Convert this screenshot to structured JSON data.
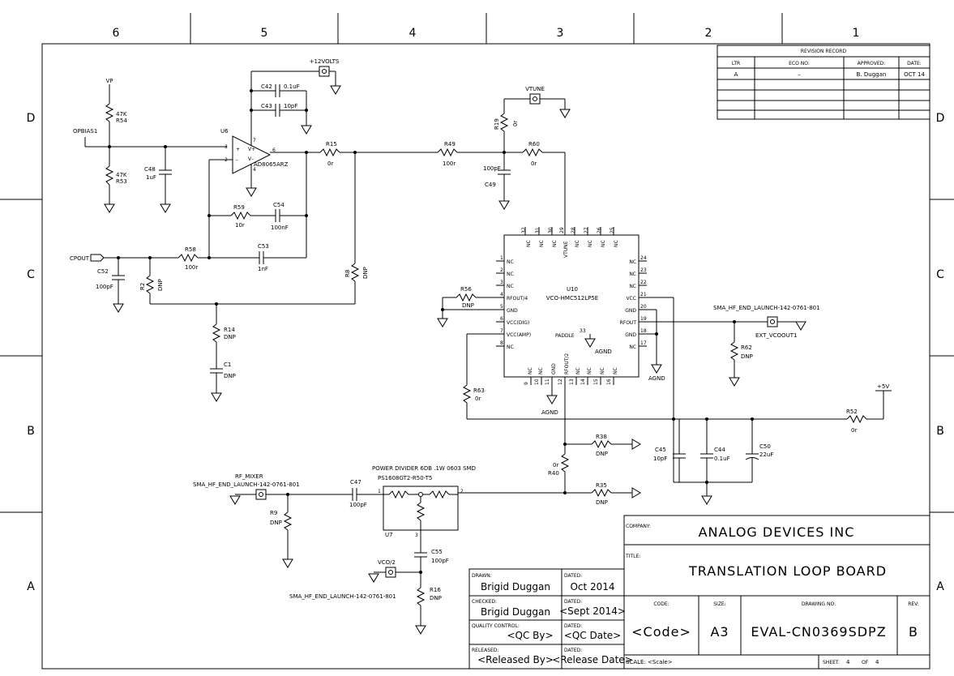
{
  "zones": {
    "cols": [
      "6",
      "5",
      "4",
      "3",
      "2",
      "1"
    ],
    "rows": [
      "D",
      "C",
      "B",
      "A"
    ]
  },
  "revision": {
    "title": "REVISION RECORD",
    "headers": [
      "LTR",
      "ECO NO:",
      "APPROVED:",
      "DATE:"
    ],
    "row": [
      "A",
      "–",
      "B. Duggan",
      "OCT 14"
    ]
  },
  "nets": {
    "vp": "VP",
    "opbias": "OPBIAS1",
    "p12v": "+12VOLTS",
    "vtune": "VTUNE",
    "cpout": "CPOUT",
    "p5v": "+5V",
    "rf_mixer": "RF_MIXER",
    "vco2": "VCO/2",
    "agnd": "AGND"
  },
  "parts": {
    "r54": [
      "47K",
      "R54"
    ],
    "r53": [
      "47K",
      "R53"
    ],
    "c48": [
      "C48",
      "1uF"
    ],
    "c42": [
      "C42",
      "0.1uF"
    ],
    "c43": [
      "C43",
      "10pF"
    ],
    "u6": [
      "U6",
      "AD8065ARZ"
    ],
    "op_pins": [
      "7",
      "3",
      "2",
      "6",
      "4"
    ],
    "op_in": [
      "+",
      "–"
    ],
    "op_rail": [
      "V+",
      "V–"
    ],
    "r15": [
      "R15",
      "0r"
    ],
    "r49": [
      "R49",
      "100r"
    ],
    "r60": [
      "R60",
      "0r"
    ],
    "r19": [
      "R19",
      "0r"
    ],
    "c49": [
      "100pF",
      "C49"
    ],
    "r59": [
      "R59",
      "10r"
    ],
    "c54": [
      "C54",
      "100nF"
    ],
    "r58": [
      "R58",
      "100r"
    ],
    "c53": [
      "C53",
      "1nF"
    ],
    "c52": [
      "C52",
      "100pF"
    ],
    "r2": [
      "R2",
      "DNP"
    ],
    "r8": [
      "R8",
      "DNP"
    ],
    "r14": [
      "R14",
      "DNP"
    ],
    "c1": [
      "C1",
      "DNP"
    ],
    "r56": [
      "R56",
      "DNP"
    ],
    "r62": [
      "R62",
      "DNP"
    ],
    "r63": [
      "R63",
      "0r"
    ],
    "r52": [
      "R52",
      "0r"
    ],
    "r38": [
      "R38",
      "DNP"
    ],
    "r35": [
      "R35",
      "DNP"
    ],
    "r40": [
      "0r",
      "R40"
    ],
    "c45": [
      "C45",
      "10pF"
    ],
    "c44": [
      "C44",
      "0.1uF"
    ],
    "c50": [
      "C50",
      "22uF"
    ],
    "c47": [
      "C47",
      "100pF"
    ],
    "r9": [
      "R9",
      "DNP"
    ],
    "c55": [
      "C55",
      "100pF"
    ],
    "r16": [
      "R16",
      "DNP"
    ],
    "u7": [
      "POWER DIVIDER 6DB .1W 0603 SMD",
      "PS1608GT2-R50-T5",
      "U7"
    ],
    "u7_pins": [
      "1",
      "2",
      "3"
    ]
  },
  "u10": {
    "ref": "U10",
    "value": "VCO-HMC512LP5E",
    "top_nums": [
      "32",
      "31",
      "30",
      "29",
      "28",
      "27",
      "26",
      "25"
    ],
    "top_names": [
      "NC",
      "NC",
      "NC",
      "VTUNE",
      "NC",
      "NC",
      "NC",
      "NC"
    ],
    "left_nums": [
      "1",
      "2",
      "3",
      "4",
      "5",
      "6",
      "7",
      "8"
    ],
    "left_names": [
      "NC",
      "NC",
      "NC",
      "RFOUT/4",
      "GND",
      "VCC(DIG)",
      "VCC(AMP)",
      "NC"
    ],
    "right_nums": [
      "24",
      "23",
      "22",
      "21",
      "20",
      "19",
      "18",
      "17"
    ],
    "right_names": [
      "NC",
      "NC",
      "NC",
      "VCC",
      "GND",
      "RFOUT",
      "GND",
      "NC"
    ],
    "bottom_nums": [
      "9",
      "10",
      "11",
      "12",
      "13",
      "14",
      "15",
      "16"
    ],
    "bottom_names": [
      "NC",
      "NC",
      "GND",
      "RFOUT/2",
      "NC",
      "NC",
      "NC",
      "NC"
    ],
    "paddle": [
      "PADDLE",
      "33"
    ]
  },
  "connectors": {
    "ext": [
      "SMA_HF_END_LAUNCH-142-0761-801",
      "EXT_VCOOUT1"
    ],
    "mixer": "SMA_HF_END_LAUNCH-142-0761-801",
    "vco2": "SMA_HF_END_LAUNCH-142-0761-801"
  },
  "title_block": {
    "company_label": "COMPANY:",
    "company": "ANALOG DEVICES INC",
    "title_label": "TITLE:",
    "title": "TRANSLATION LOOP BOARD",
    "code_label": "CODE:",
    "code": "<Code>",
    "size_label": "SIZE:",
    "size": "A3",
    "drawing_label": "DRAWING NO:",
    "drawing": "EVAL-CN0369SDPZ",
    "rev_label": "REV:",
    "rev": "B",
    "scale_label": "SCALE: <Scale>",
    "sheet_label": "SHEET:",
    "sheet": "4",
    "of_label": "OF",
    "of": "4",
    "drawn_label": "DRAWN:",
    "drawn": "Brigid Duggan",
    "dated_label": "DATED:",
    "drawn_date": "Oct 2014",
    "checked_label": "CHECKED:",
    "checked": "Brigid Duggan",
    "checked_date": "<Sept 2014>",
    "qc_label": "QUALITY CONTROL:",
    "qc": "<QC By>",
    "qc_date": "<QC Date>",
    "released_label": "RELEASED:",
    "released": "<Released By>",
    "released_date": "<Release Date>"
  }
}
